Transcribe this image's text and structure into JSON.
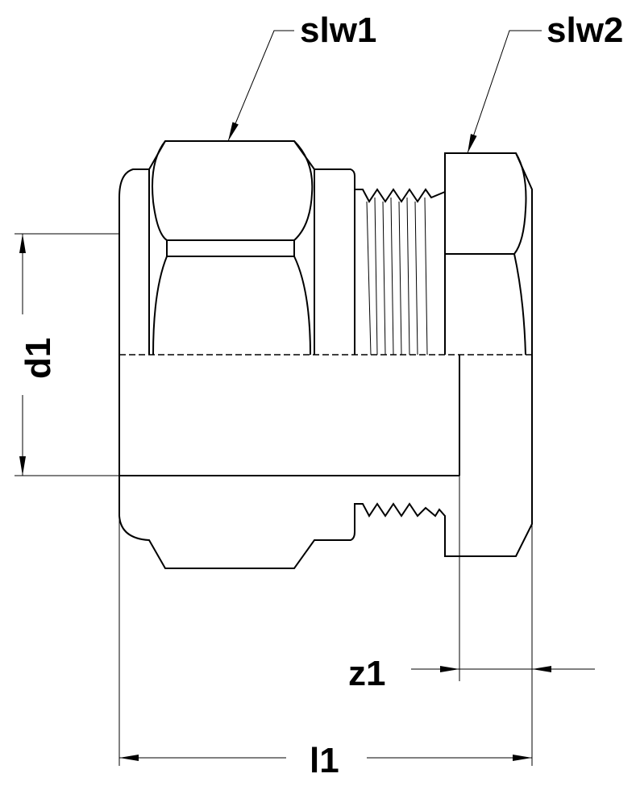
{
  "labels": {
    "slw1": "slw1",
    "slw2": "slw2",
    "d1": "d1",
    "l1": "l1",
    "z1": "z1"
  }
}
